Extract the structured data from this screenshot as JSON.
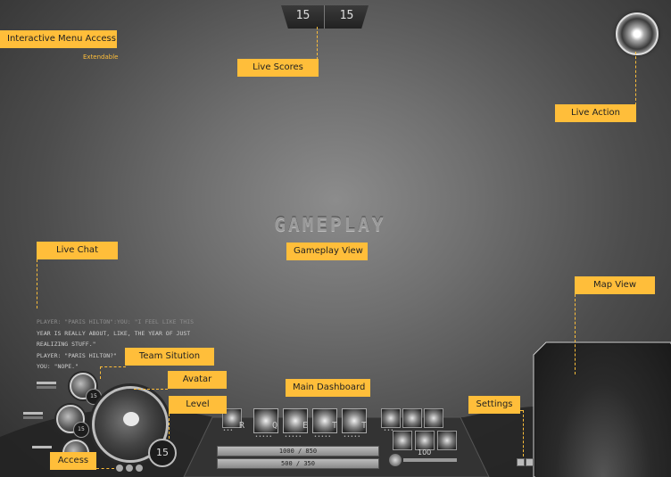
{
  "scores": {
    "left": "15",
    "right": "15"
  },
  "title": "GAMEPLAY",
  "labels": {
    "menu": "Interactive Menu Access",
    "extendable": "Extendable",
    "live_scores": "Live Scores",
    "live_action": "Live Action",
    "live_chat": "Live Chat",
    "gameplay_view": "Gameplay View",
    "map_view": "Map View",
    "team_situation": "Team Sitution",
    "avatar": "Avatar",
    "level": "Level",
    "main_dashboard": "Main Dashboard",
    "settings": "Settings",
    "access": "Access"
  },
  "chat": [
    {
      "text": "Player: \"Paris Hilton\":You: \"I feel like this",
      "dim": true
    },
    {
      "text": "year is really about, like, the year of just",
      "dim": false
    },
    {
      "text": "realizing stuff.\"",
      "dim": false
    },
    {
      "text": "Player: \"Paris Hilton?\"",
      "dim": false
    },
    {
      "text": "You: \"Nope.\"",
      "dim": false
    }
  ],
  "level": "15",
  "team_levels": [
    "15",
    "15",
    "15"
  ],
  "skills": [
    {
      "key": "R",
      "icon": "fire-skill-icon"
    },
    {
      "key": "Q",
      "icon": "slash-skill-icon"
    },
    {
      "key": "E",
      "icon": "burst-skill-icon"
    },
    {
      "key": "T",
      "icon": "vortex-skill-icon"
    }
  ],
  "health": "1000 / 850",
  "mana": "500 / 350",
  "volume": "100",
  "colors": {
    "accent": "#ffbe3a",
    "panel": "#2b2b2b"
  }
}
